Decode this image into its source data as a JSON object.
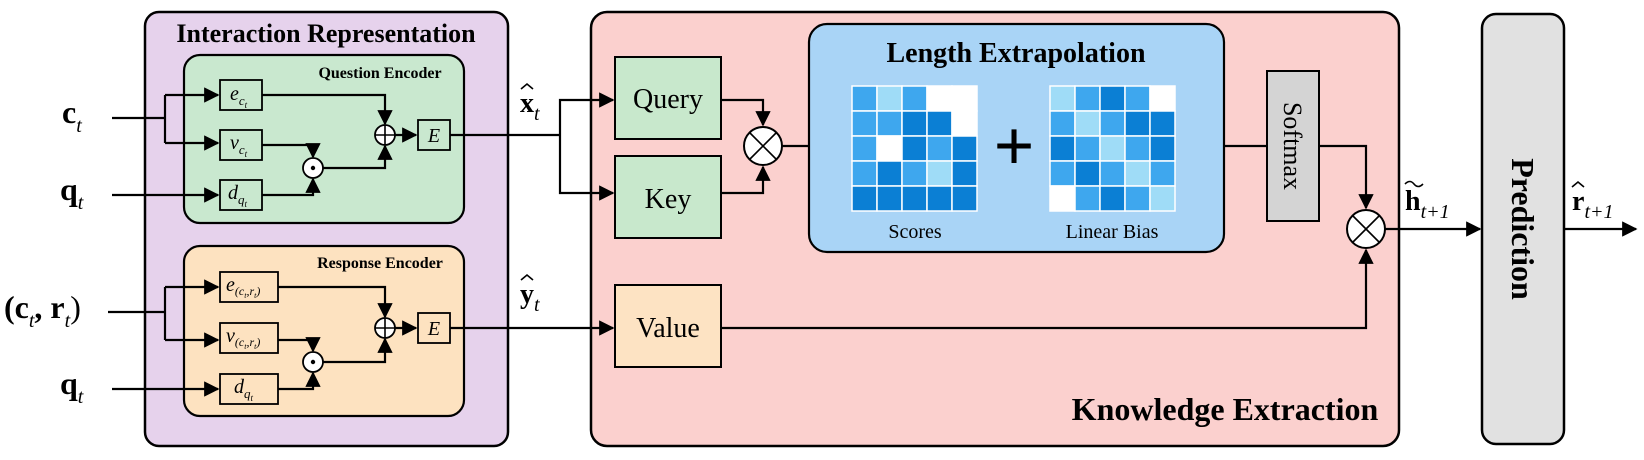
{
  "inputs": {
    "c_t": "c",
    "c_t_sub": "t",
    "q_t_top": "q",
    "q_t_top_sub": "t",
    "c_r_pair": "(c",
    "c_r_pair_sub1": "t",
    "c_r_pair_mid": ", r",
    "c_r_pair_sub2": "t",
    "c_r_pair_end": ")",
    "q_t_bottom": "q",
    "q_t_bottom_sub": "t"
  },
  "interaction_representation": {
    "title": "Interaction Representation",
    "question_encoder": {
      "title": "Question Encoder",
      "e_box": "e",
      "e_sub": "c",
      "e_subsub": "t",
      "v_box": "v",
      "v_sub": "c",
      "v_subsub": "t",
      "d_box": "d",
      "d_sub": "q",
      "d_subsub": "t",
      "E_box": "E"
    },
    "response_encoder": {
      "title": "Response Encoder",
      "e_box": "e",
      "e_sub": "(c",
      "e_sub_t1": "t",
      "e_sub_mid": ",r",
      "e_sub_t2": "t",
      "e_sub_end": ")",
      "v_box": "v",
      "v_sub": "(c",
      "v_sub_t1": "t",
      "v_sub_mid": ",r",
      "v_sub_t2": "t",
      "v_sub_end": ")",
      "d_box": "d",
      "d_sub": "q",
      "d_subsub": "t",
      "E_box": "E"
    }
  },
  "outputs": {
    "x_hat": "x",
    "x_hat_sub": "t",
    "y_hat": "y",
    "y_hat_sub": "t",
    "h_tilde": "h",
    "h_tilde_sub": "t+1",
    "r_hat": "r",
    "r_hat_sub": "t+1"
  },
  "knowledge_extraction": {
    "title": "Knowledge Extraction",
    "query": "Query",
    "key": "Key",
    "value": "Value",
    "softmax": "Softmax",
    "length_extrapolation": {
      "title": "Length Extrapolation",
      "plus": "+",
      "scores_label": "Scores",
      "bias_label": "Linear Bias"
    }
  },
  "prediction": {
    "label": "Prediction"
  },
  "colors": {
    "interaction_bg": "#e6d2ec",
    "question_bg": "#c9e8cf",
    "response_bg": "#fde2c0",
    "knowledge_bg": "#fbd0ce",
    "length_bg": "#a9d4f6",
    "qk_box": "#c8e8cc",
    "value_box": "#fde3c3",
    "softmax_box": "#d4d4d4",
    "prediction_bg": "#e1e1e1"
  },
  "scores_grid": [
    [
      2,
      1,
      2,
      0,
      0
    ],
    [
      2,
      2,
      3,
      3,
      0
    ],
    [
      2,
      0,
      3,
      2,
      3
    ],
    [
      2,
      3,
      2,
      1,
      3
    ],
    [
      3,
      3,
      3,
      3,
      3
    ]
  ],
  "bias_grid": [
    [
      1,
      2,
      3,
      2,
      0
    ],
    [
      2,
      1,
      2,
      3,
      3
    ],
    [
      3,
      2,
      1,
      2,
      3
    ],
    [
      2,
      3,
      2,
      1,
      2
    ],
    [
      0,
      2,
      3,
      2,
      1
    ]
  ]
}
